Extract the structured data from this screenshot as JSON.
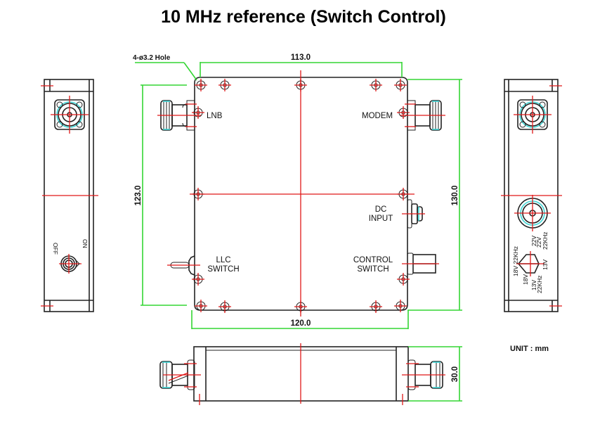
{
  "title": "10 MHz reference (Switch Control)",
  "unit_label": "UNIT : mm",
  "dimensions": {
    "hole_note": "4-ø3.2 Hole",
    "top_width": "113.0",
    "bottom_width": "120.0",
    "left_height": "123.0",
    "right_height": "130.0",
    "side_thickness": "30.0"
  },
  "front_view_labels": {
    "lnb": "LNB",
    "modem": "MODEM",
    "dc_input_1": "DC",
    "dc_input_2": "INPUT",
    "llc_switch_1": "LLC",
    "llc_switch_2": "SWITCH",
    "control_switch_1": "CONTROL",
    "control_switch_2": "SWITCH"
  },
  "left_view_labels": {
    "off": "OFF",
    "on": "ON"
  },
  "right_view_labels": {
    "v22": "22V",
    "v22_22k_a": "22V",
    "v22_22k_b": "22KHz",
    "v18_22k": "18V 22KHz",
    "v13": "13V",
    "v18": "18V",
    "v13_22k_a": "13V",
    "v13_22k_b": "22KHz"
  },
  "colors": {
    "outline": "#222222",
    "centerline": "#e01818",
    "dimension": "#33d633",
    "highlight": "#3fd6d6"
  }
}
